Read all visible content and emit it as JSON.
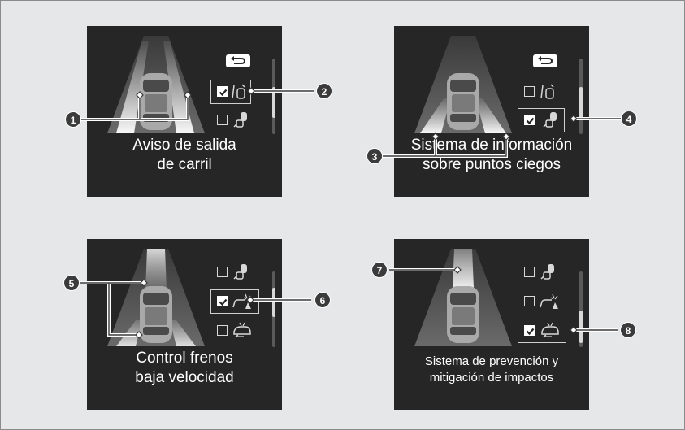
{
  "colors": {
    "background": "#e6e7e8",
    "panel": "#262626",
    "highlight": "#ffffff",
    "callout": "#3b3b3b"
  },
  "panels": [
    {
      "id": "lane-departure",
      "caption": [
        "Aviso de salida",
        "de carril"
      ],
      "icons": [
        "back-arrow-icon",
        "lane-departure-icon",
        "blind-spot-icon"
      ]
    },
    {
      "id": "blind-spot",
      "caption": [
        "Sistema de información",
        "sobre puntos ciegos"
      ],
      "icons": [
        "back-arrow-icon",
        "lane-departure-icon",
        "blind-spot-icon"
      ]
    },
    {
      "id": "low-speed-braking",
      "caption": [
        "Control frenos",
        "baja velocidad"
      ],
      "icons": [
        "blind-spot-icon",
        "low-speed-braking-icon",
        "collision-mitigation-icon"
      ]
    },
    {
      "id": "collision-mitigation",
      "caption": [
        "Sistema de prevención y",
        "mitigación de impactos"
      ],
      "icons": [
        "blind-spot-icon",
        "low-speed-braking-icon",
        "collision-mitigation-icon"
      ]
    }
  ],
  "callouts": [
    "1",
    "2",
    "3",
    "4",
    "5",
    "6",
    "7",
    "8"
  ]
}
